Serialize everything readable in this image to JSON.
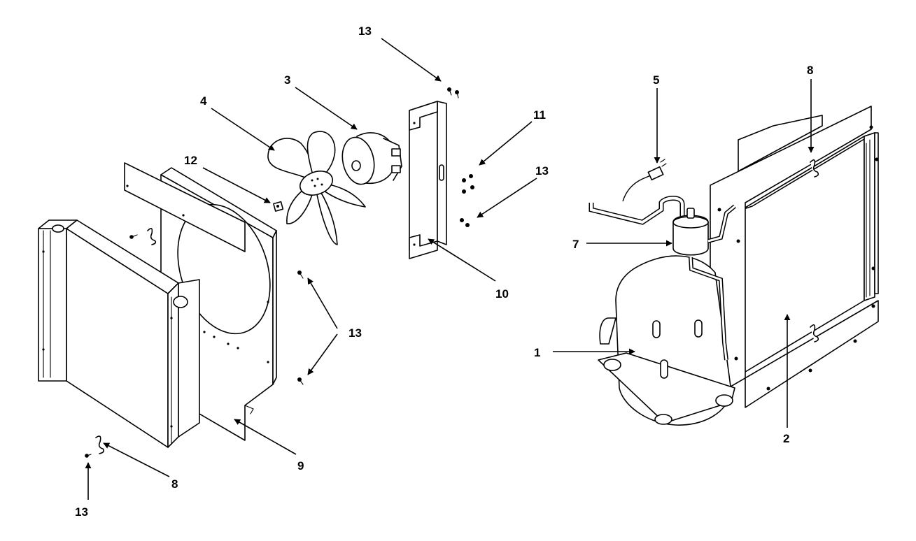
{
  "callouts": {
    "c1": "1",
    "c2": "2",
    "c3": "3",
    "c4": "4",
    "c5": "5",
    "c7": "7",
    "c8_right": "8",
    "c8_left": "8",
    "c9": "9",
    "c10": "10",
    "c11": "11",
    "c12": "12",
    "c13_top": "13",
    "c13_mid_right": "13",
    "c13_center": "13",
    "c13_bottom_left": "13"
  }
}
